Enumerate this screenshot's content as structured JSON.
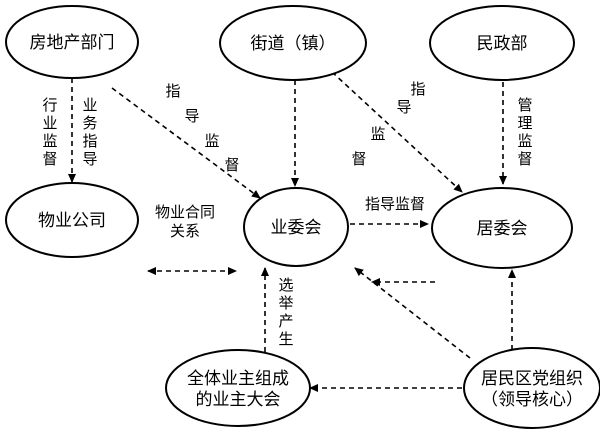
{
  "nodes": {
    "real_estate_dept": "房地产部门",
    "subdistrict": "街道（镇）",
    "civil_affairs": "民政部",
    "property_company": "物业公司",
    "owners_committee": "业委会",
    "residents_committee": "居委会",
    "owners_assembly": [
      "全体业主组成",
      "的业主大会"
    ],
    "party_org": [
      "居民区党组织",
      "（领导核心）"
    ]
  },
  "edge_labels": {
    "industry_supervision": [
      "行",
      "业",
      "监",
      "督"
    ],
    "business_guidance": [
      "业",
      "务",
      "指",
      "导"
    ],
    "guidance_supervision_diag_left": [
      "指",
      "导",
      "监",
      "督"
    ],
    "guidance_supervision_diag_right": [
      "指",
      "导",
      "监",
      "督"
    ],
    "management_supervision": [
      "管",
      "理",
      "监",
      "督"
    ],
    "property_contract": [
      "物业合同",
      "关系"
    ],
    "guidance_supervision_horizontal": "指导监督",
    "election": [
      "选",
      "举",
      "产",
      "生"
    ]
  }
}
